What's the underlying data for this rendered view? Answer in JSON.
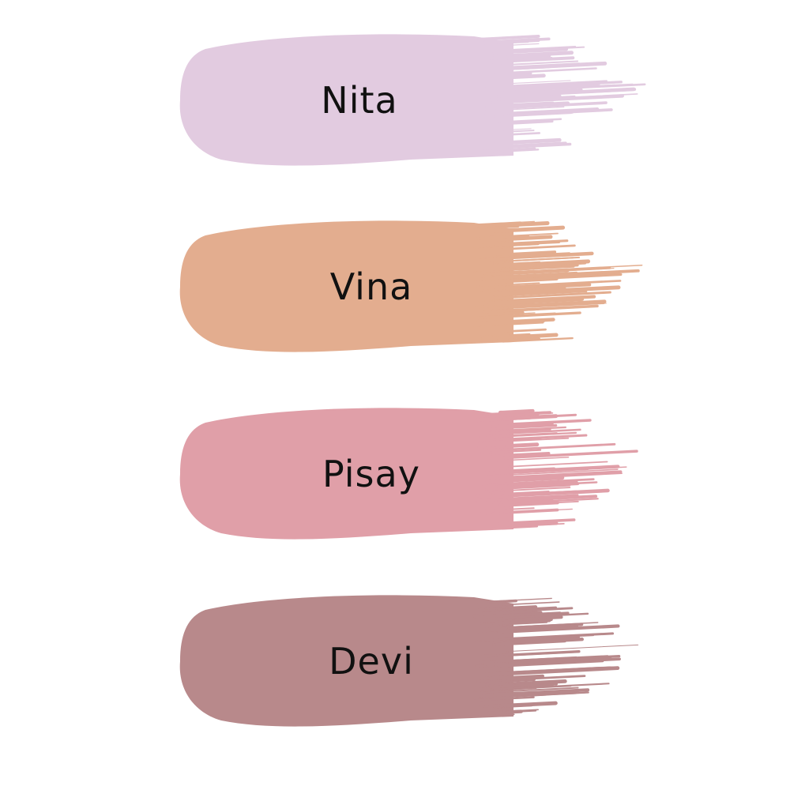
{
  "swatches": [
    {
      "name": "Nita",
      "color": "#e2cbe0"
    },
    {
      "name": "Vina",
      "color": "#e3ad8f"
    },
    {
      "name": "Pisay",
      "color": "#e09fa8"
    },
    {
      "name": "Devi",
      "color": "#b8898b"
    }
  ]
}
